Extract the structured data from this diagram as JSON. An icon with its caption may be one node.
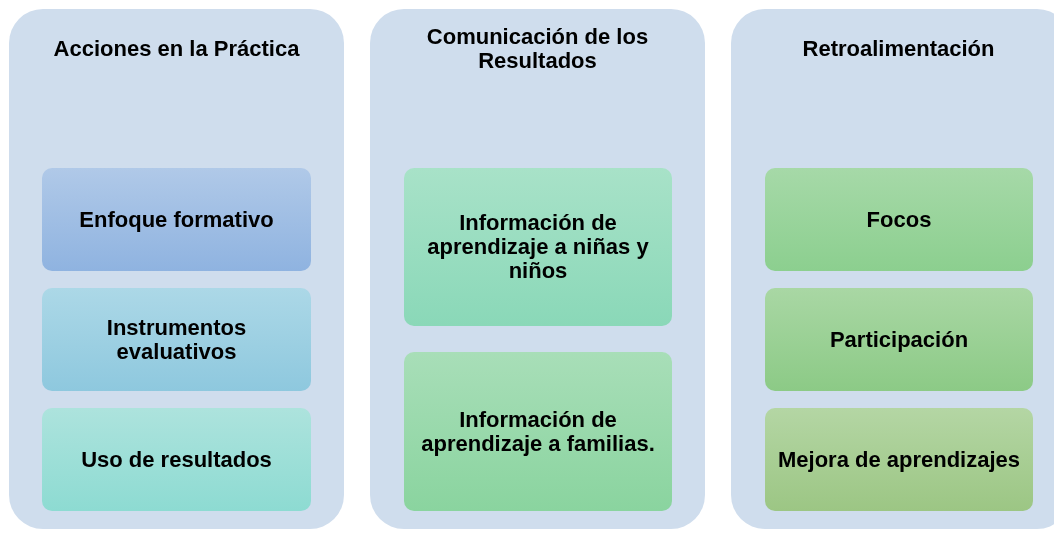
{
  "diagram": {
    "nodes": [
      {
        "text": [
          "Acciones en la Práctica"
        ]
      },
      {
        "text": [
          "Enfoque formativo"
        ],
        "in": 0
      },
      {
        "text": [
          "Instrumentos evaluativos"
        ],
        "in": 0
      },
      {
        "text": [
          "Uso de resultados"
        ],
        "in": 0
      },
      {
        "text": [
          "Comunicación de los Resultados"
        ]
      },
      {
        "text": [
          "Información de aprendizaje a niñas y niños"
        ],
        "in": 4
      },
      {
        "text": [
          "Información de aprendizaje a familias."
        ],
        "in": 4
      },
      {
        "text": [
          "Retroalimentación"
        ]
      },
      {
        "text": [
          "Focos"
        ],
        "in": 7
      },
      {
        "text": [
          "Participación"
        ],
        "in": 7
      },
      {
        "text": [
          "Mejora de aprendizajes"
        ],
        "in": 7
      }
    ]
  }
}
